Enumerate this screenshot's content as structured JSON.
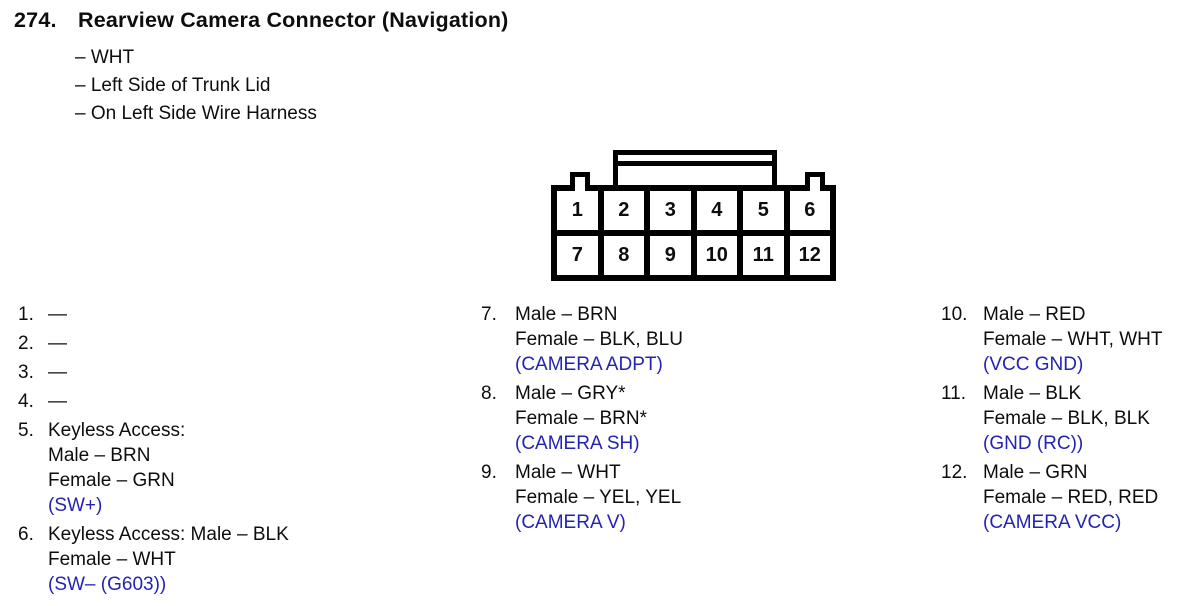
{
  "title": {
    "number": "274.",
    "text": "Rearview Camera Connector (Navigation)"
  },
  "subtitle_lines": [
    "– WHT",
    "– Left Side of Trunk Lid",
    "– On Left Side Wire Harness"
  ],
  "connector": {
    "pins_row1": [
      "1",
      "2",
      "3",
      "4",
      "5",
      "6"
    ],
    "pins_row2": [
      "7",
      "8",
      "9",
      "10",
      "11",
      "12"
    ]
  },
  "pin_columns": [
    {
      "entries": [
        {
          "num": "1.",
          "lines": [
            {
              "text": "—",
              "blue": false
            }
          ]
        },
        {
          "num": "2.",
          "lines": [
            {
              "text": "—",
              "blue": false
            }
          ]
        },
        {
          "num": "3.",
          "lines": [
            {
              "text": "—",
              "blue": false
            }
          ]
        },
        {
          "num": "4.",
          "lines": [
            {
              "text": "—",
              "blue": false
            }
          ]
        },
        {
          "num": "5.",
          "lines": [
            {
              "text": "Keyless Access:",
              "blue": false
            },
            {
              "text": "Male – BRN",
              "blue": false
            },
            {
              "text": "Female – GRN",
              "blue": false
            },
            {
              "text": "(SW+)",
              "blue": true
            }
          ]
        },
        {
          "num": "6.",
          "lines": [
            {
              "text": "Keyless Access: Male – BLK",
              "blue": false
            },
            {
              "text": "Female – WHT",
              "blue": false
            },
            {
              "text": "(SW– (G603))",
              "blue": true
            }
          ]
        }
      ]
    },
    {
      "entries": [
        {
          "num": "7.",
          "lines": [
            {
              "text": "Male – BRN",
              "blue": false
            },
            {
              "text": "Female – BLK, BLU",
              "blue": false
            },
            {
              "text": "(CAMERA ADPT)",
              "blue": true
            }
          ]
        },
        {
          "num": "8.",
          "lines": [
            {
              "text": "Male – GRY*",
              "blue": false
            },
            {
              "text": "Female – BRN*",
              "blue": false
            },
            {
              "text": "(CAMERA SH)",
              "blue": true
            }
          ]
        },
        {
          "num": "9.",
          "lines": [
            {
              "text": "Male – WHT",
              "blue": false
            },
            {
              "text": "Female – YEL, YEL",
              "blue": false
            },
            {
              "text": "(CAMERA V)",
              "blue": true
            }
          ]
        }
      ]
    },
    {
      "entries": [
        {
          "num": "10.",
          "lines": [
            {
              "text": "Male – RED",
              "blue": false
            },
            {
              "text": "Female – WHT, WHT",
              "blue": false
            },
            {
              "text": "(VCC GND)",
              "blue": true
            }
          ]
        },
        {
          "num": "11.",
          "lines": [
            {
              "text": "Male – BLK",
              "blue": false
            },
            {
              "text": "Female – BLK, BLK",
              "blue": false
            },
            {
              "text": "(GND (RC))",
              "blue": true
            }
          ]
        },
        {
          "num": "12.",
          "lines": [
            {
              "text": "Male – GRN",
              "blue": false
            },
            {
              "text": "Female – RED, RED",
              "blue": false
            },
            {
              "text": "(CAMERA VCC)",
              "blue": true
            }
          ]
        }
      ]
    }
  ],
  "colors": {
    "signal_blue": "#2323b3",
    "ink": "#0d0d0d"
  }
}
